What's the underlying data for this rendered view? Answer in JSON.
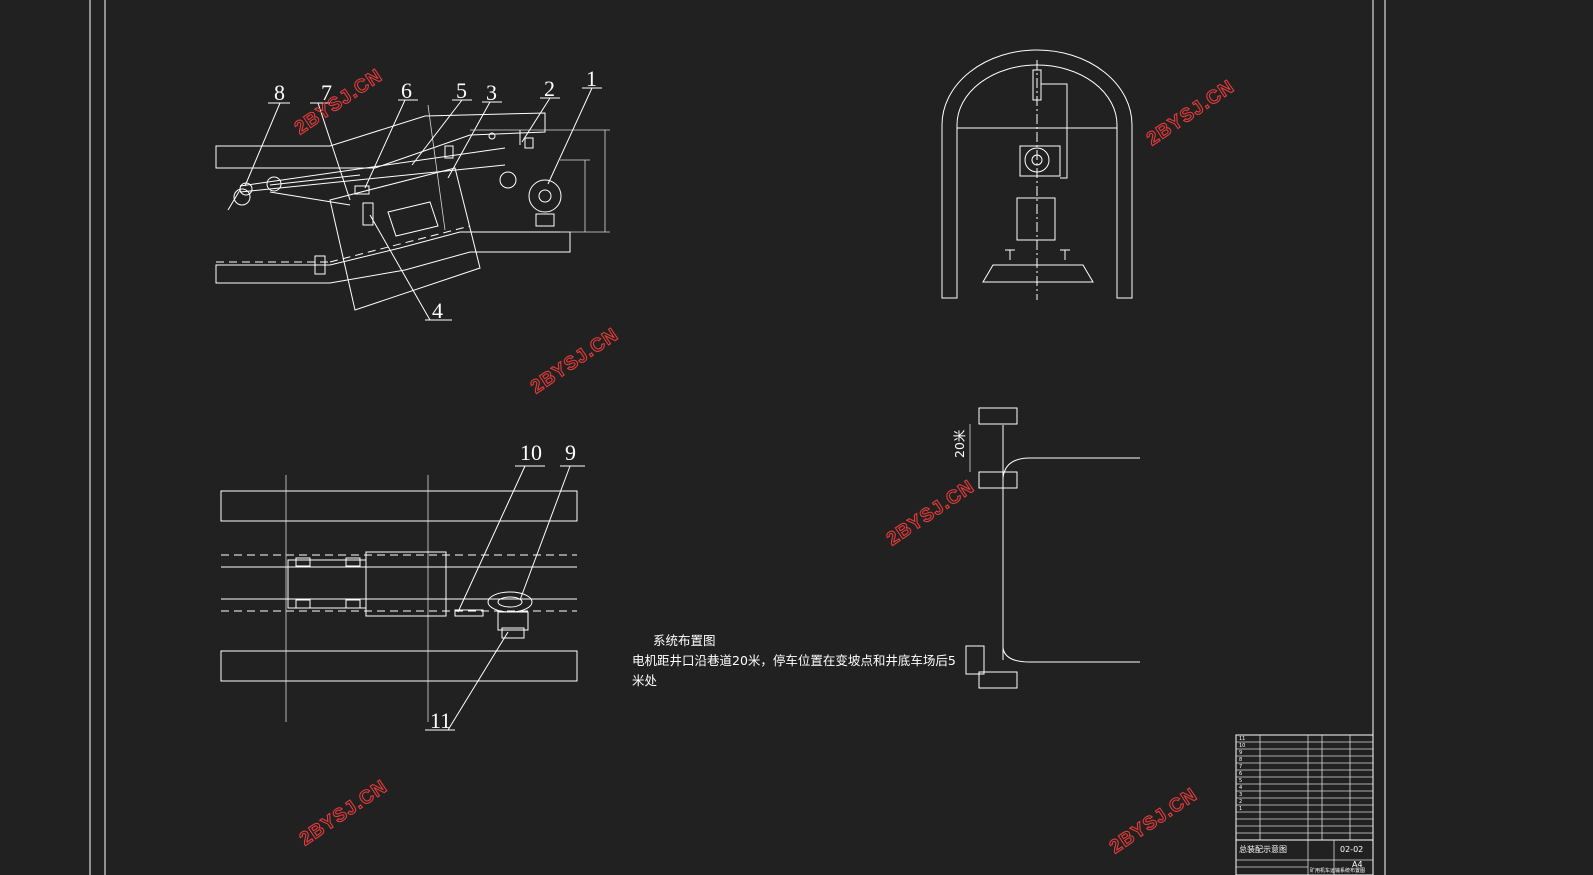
{
  "drawing": {
    "part_numbers": [
      "1",
      "2",
      "3",
      "4",
      "5",
      "6",
      "7",
      "8",
      "9",
      "10",
      "11"
    ],
    "notes": {
      "title": "系统布置图",
      "line1": "电机距井口沿巷道20米，停车位置在变坡点和井底车场后5",
      "line2": "米处"
    },
    "dimension_label": "20米",
    "watermark": "2BYSJ.CN"
  },
  "title_block": {
    "drawing_number": "02-02",
    "sheet_size": "A4",
    "title_short": "总装配示意图",
    "title_long": "矿用机车运输系统布置图"
  },
  "colors": {
    "background": "#212121",
    "lines": "#ffffff",
    "watermark": "#e53b3b"
  }
}
